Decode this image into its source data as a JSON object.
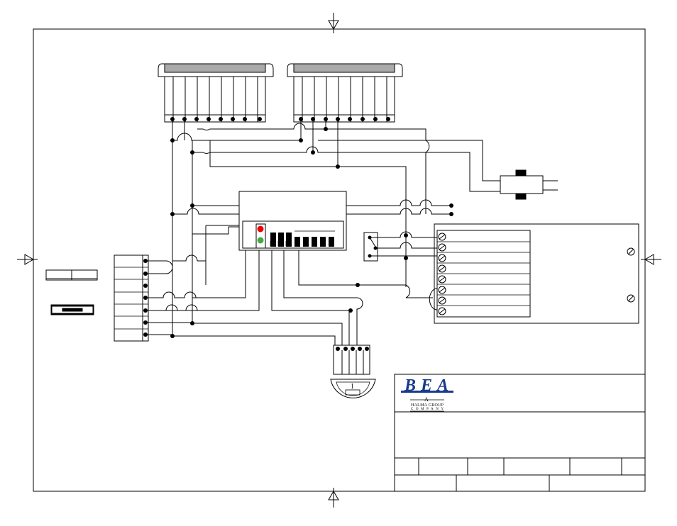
{
  "title_block": {
    "logo_text": "BEA",
    "tagline_line1": "A",
    "tagline_line2": "HALMA GROUP",
    "tagline_line3": "COMPANY"
  },
  "sensor_dome": {
    "label": "1"
  }
}
